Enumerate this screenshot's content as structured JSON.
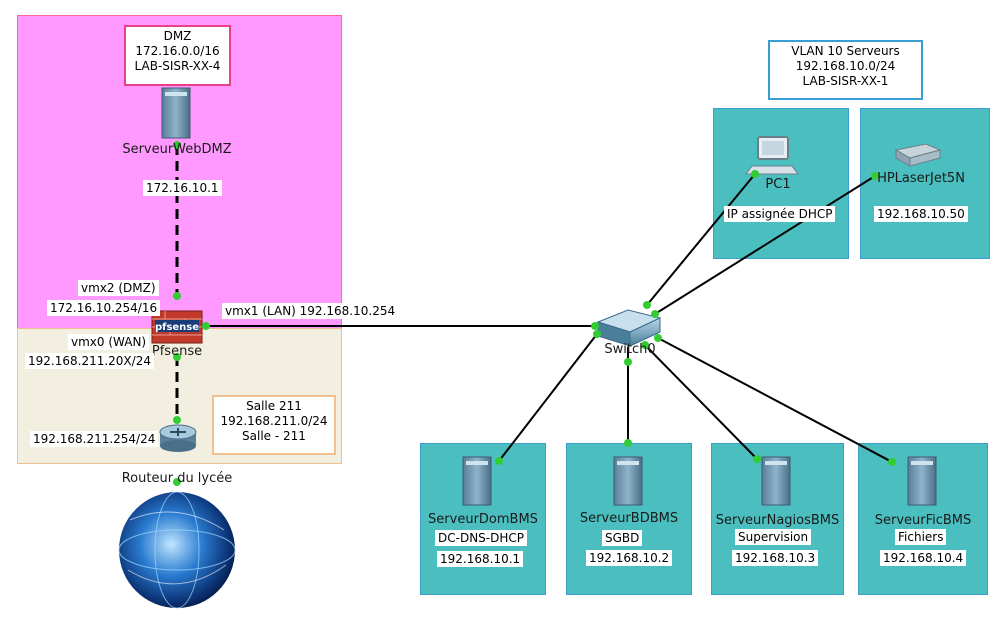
{
  "zones": {
    "dmz": {
      "color": "#ff99ff",
      "border": "#ff6699"
    },
    "wan": {
      "color": "#f2efe0",
      "border": "#f0c090"
    }
  },
  "labels": {
    "dmz_box": [
      "DMZ",
      "172.16.0.0/16",
      "LAB-SISR-XX-4"
    ],
    "vlan_box": [
      "VLAN 10 Serveurs",
      "192.168.10.0/24",
      "LAB-SISR-XX-1"
    ],
    "salle_box": [
      "Salle 211",
      "192.168.211.0/24",
      "Salle - 211"
    ],
    "web_ip": "172.16.10.1",
    "vmx2_name": "vmx2 (DMZ)",
    "vmx2_ip": "172.16.10.254/16",
    "vmx1": "vmx1 (LAN) 192.168.10.254",
    "vmx0_name": "vmx0 (WAN)",
    "vmx0_ip": "192.168.211.20X/24",
    "router_ip": "192.168.211.254/24"
  },
  "devices": {
    "webdmz": "ServeurWebDMZ",
    "pfsense": "Pfsense",
    "pfsense_logo": "pfsense",
    "router": "Routeur du lycée",
    "switch": "Switch0",
    "pc1": "PC1",
    "printer": "HPLaserJet5N"
  },
  "tiles": {
    "pc1": {
      "info": "IP assignée DHCP"
    },
    "printer": {
      "info": "192.168.10.50"
    },
    "servers": [
      {
        "name": "ServeurDomBMS",
        "role": "DC-DNS-DHCP",
        "ip": "192.168.10.1"
      },
      {
        "name": "ServeurBDBMS",
        "role": "SGBD",
        "ip": "192.168.10.2"
      },
      {
        "name": "ServeurNagiosBMS",
        "role": "Supervision",
        "ip": "192.168.10.3"
      },
      {
        "name": "ServeurFicBMS",
        "role": "Fichiers",
        "ip": "192.168.10.4"
      }
    ]
  },
  "colors": {
    "tile": "#4bbfbf",
    "link_dot": "#33cc33",
    "cable": "#000000"
  }
}
